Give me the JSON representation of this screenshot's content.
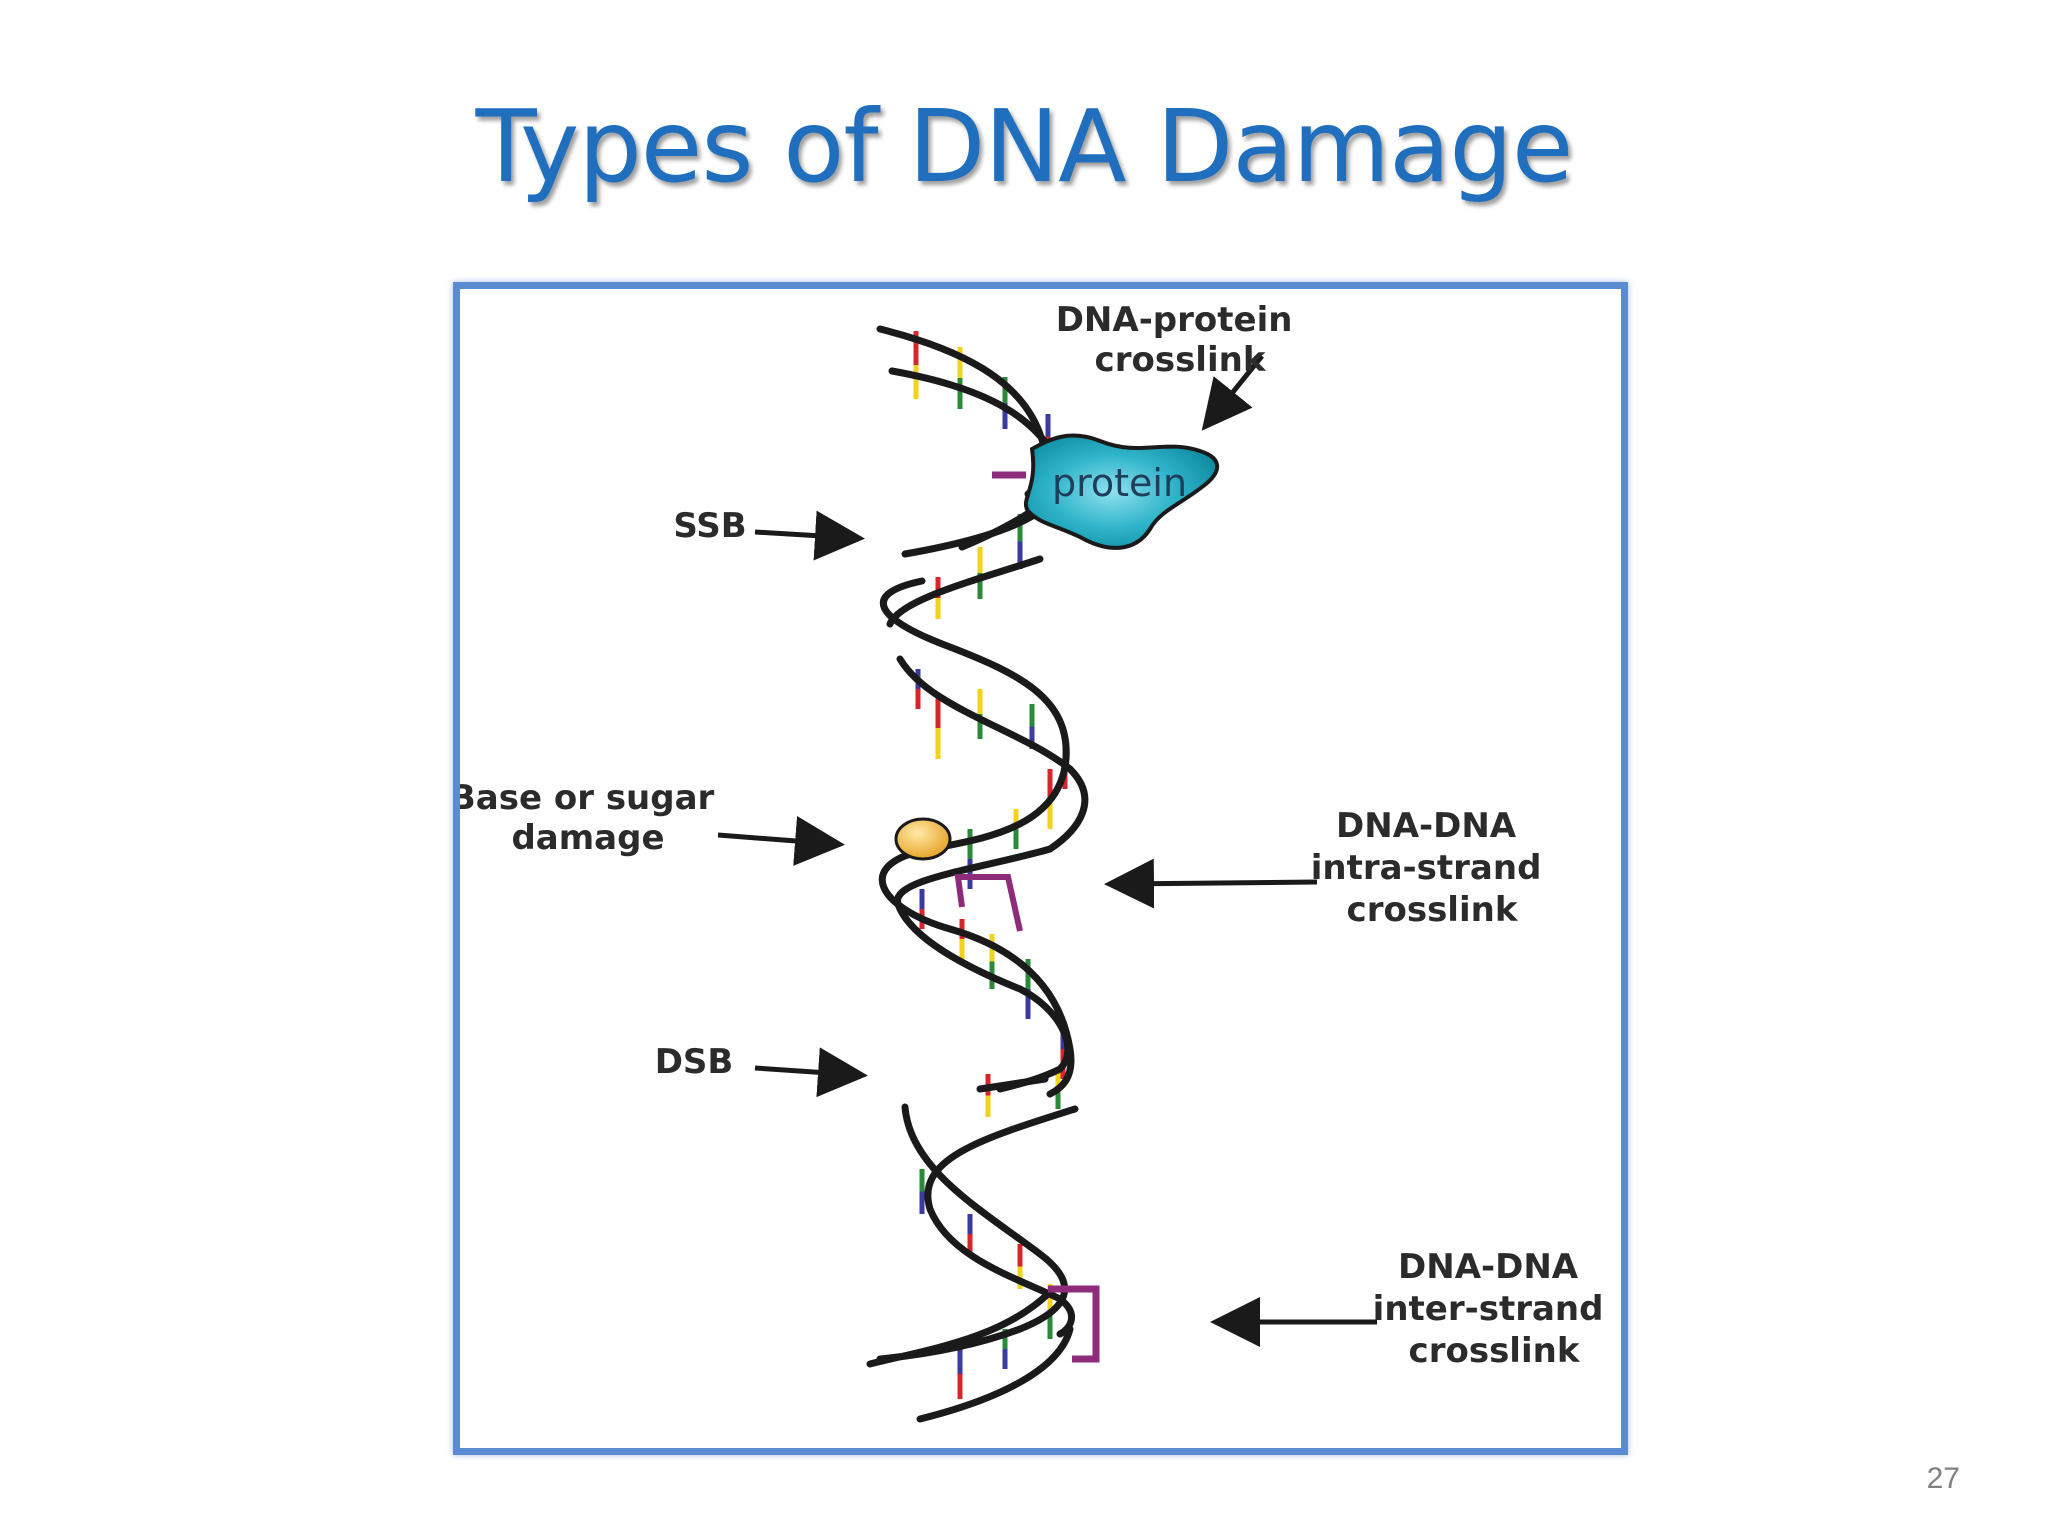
{
  "slide": {
    "title": "Types of DNA Damage",
    "page_number": "27"
  },
  "figure": {
    "labels": {
      "dna_protein": [
        "DNA-protein",
        "crosslink"
      ],
      "ssb": "SSB",
      "base_sugar": [
        "Base or sugar",
        "damage"
      ],
      "intra_strand": [
        "DNA-DNA",
        "intra-strand",
        "crosslink"
      ],
      "dsb": "DSB",
      "inter_strand": [
        "DNA-DNA",
        "inter-strand",
        "crosslink"
      ],
      "protein": "protein"
    }
  },
  "colors": {
    "title": "#1f6fbe",
    "frame_border": "#5b8bd3",
    "strand": "#1a1a1a",
    "protein_fill": "#2bb3c9",
    "crosslink": "#8e2b7a",
    "lesion": "#f0b43c",
    "base_pair_colors": [
      "#d8252b",
      "#f2d21c",
      "#2a8a3a",
      "#3a3aa0"
    ]
  },
  "icons": [
    "protein-blob",
    "base-lesion-oval",
    "crosslink-bracket",
    "arrow-icon"
  ]
}
